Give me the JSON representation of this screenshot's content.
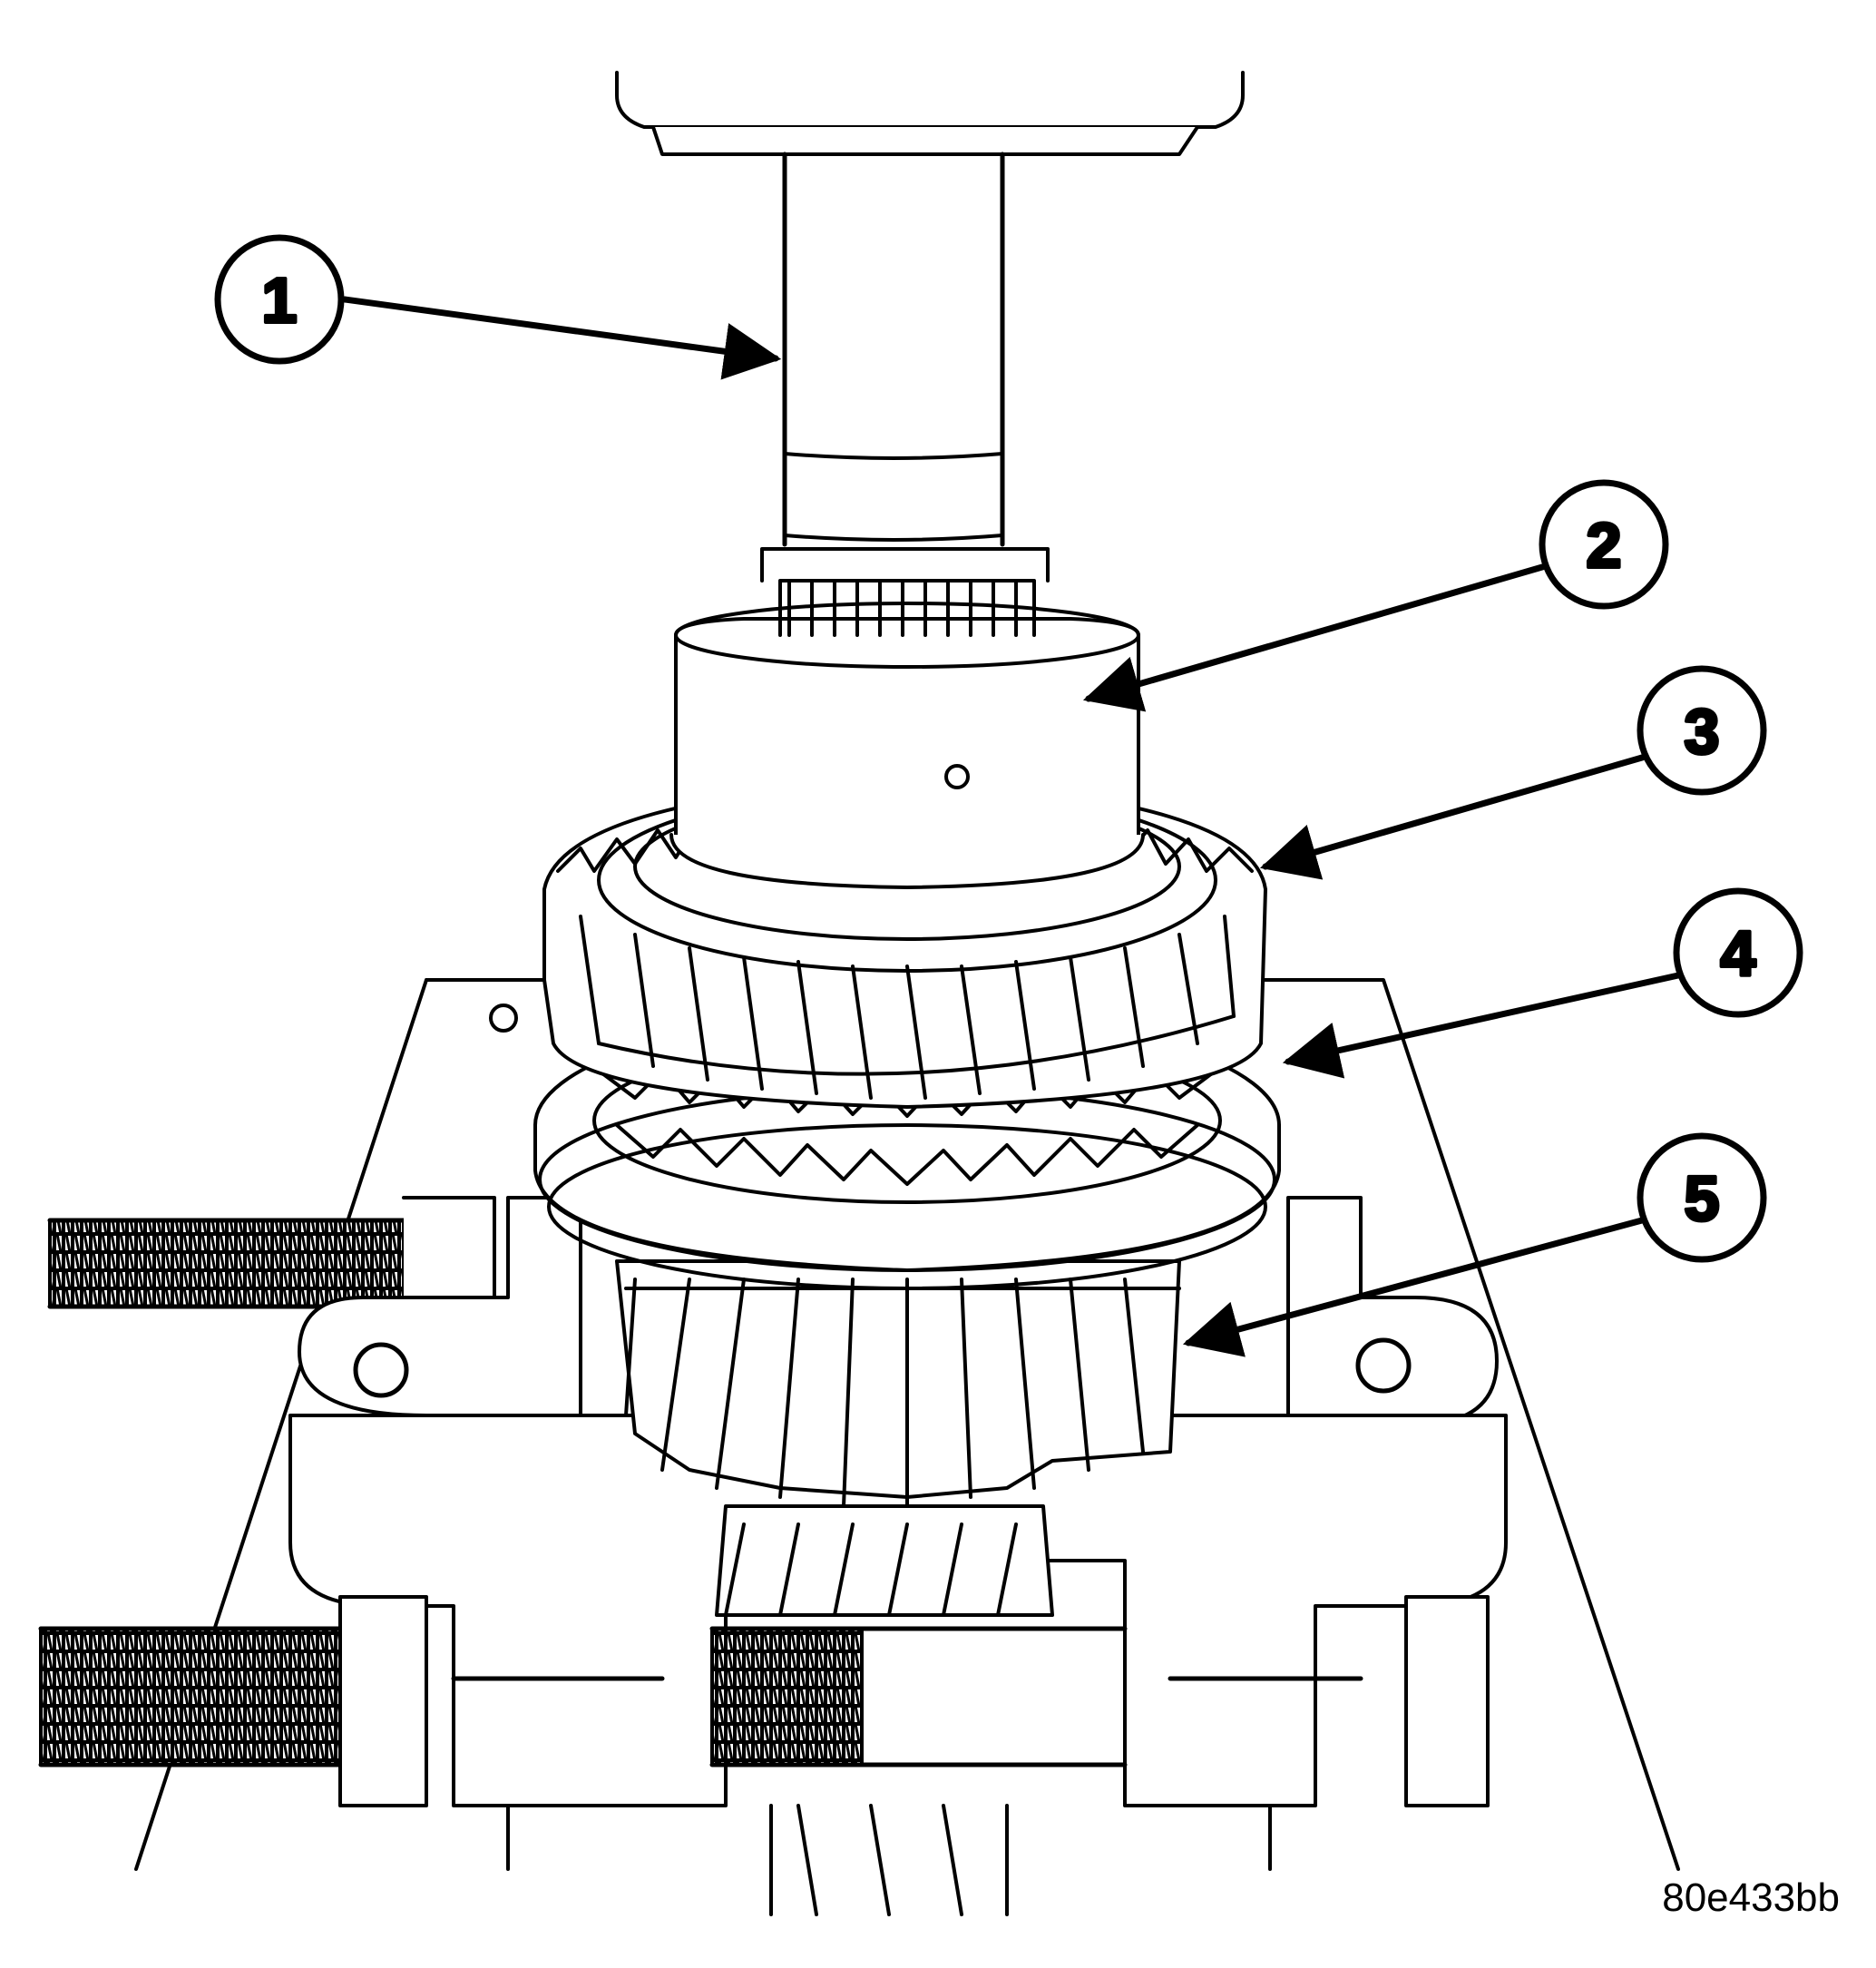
{
  "diagram": {
    "figure_code": "80e433bb",
    "colors": {
      "ink": "#000000",
      "paper": "#ffffff"
    },
    "callouts": [
      {
        "id": 1,
        "label": "1"
      },
      {
        "id": 2,
        "label": "2"
      },
      {
        "id": 3,
        "label": "3"
      },
      {
        "id": 4,
        "label": "4"
      },
      {
        "id": 5,
        "label": "5"
      }
    ]
  }
}
